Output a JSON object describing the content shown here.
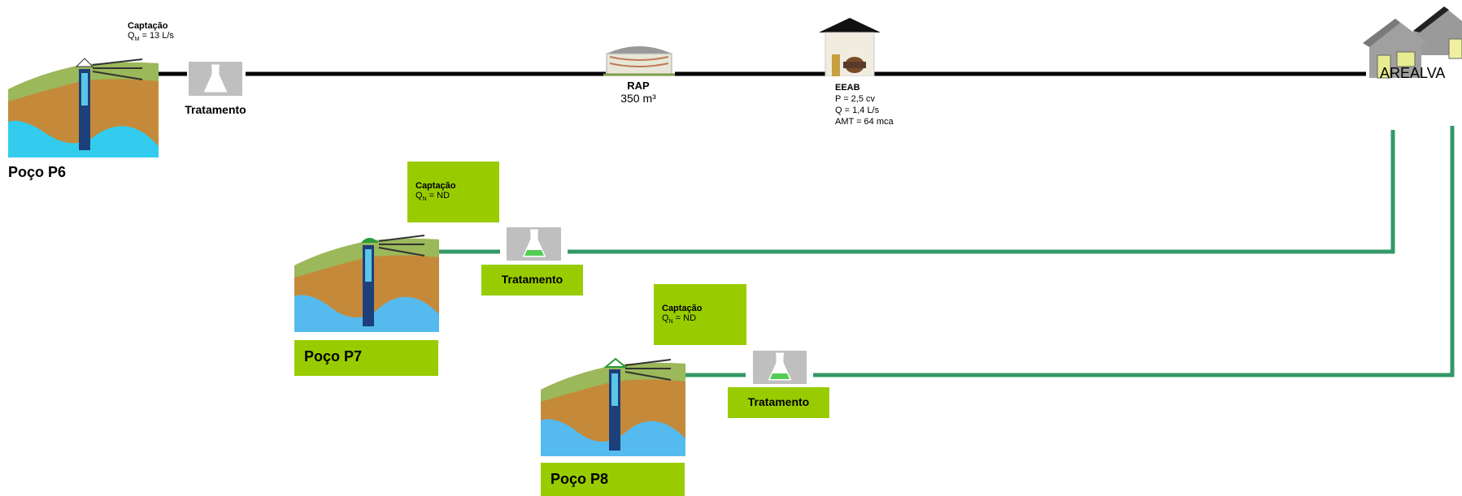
{
  "p6": {
    "captacao_title": "Captação",
    "q_prefix": "Q",
    "q_sub": "M",
    "q_value": " = 13 L/s",
    "tratamento": "Tratamento",
    "well_name": "Poço P6"
  },
  "rap": {
    "title": "RAP",
    "volume": "350 m³"
  },
  "eeab": {
    "title": "EEAB",
    "p": "P = 2,5 cv",
    "q": "Q = 1,4 L/s",
    "amt": "AMT = 64 mca"
  },
  "arealva": {
    "label": "AREALVA"
  },
  "p7": {
    "captacao_title": "Captação",
    "q_prefix": "Q",
    "q_sub": "N",
    "q_value": " = ND",
    "tratamento": "Tratamento",
    "well_name": "Poço P7"
  },
  "p8": {
    "captacao_title": "Captação",
    "q_prefix": "Q",
    "q_sub": "N",
    "q_value": " = ND",
    "tratamento": "Tratamento",
    "well_name": "Poço P8"
  },
  "colors": {
    "existing_pipe": "#000000",
    "planned_pipe": "#339966",
    "green_box": "#99cc00",
    "flask_bg": "#bfbfbf"
  }
}
